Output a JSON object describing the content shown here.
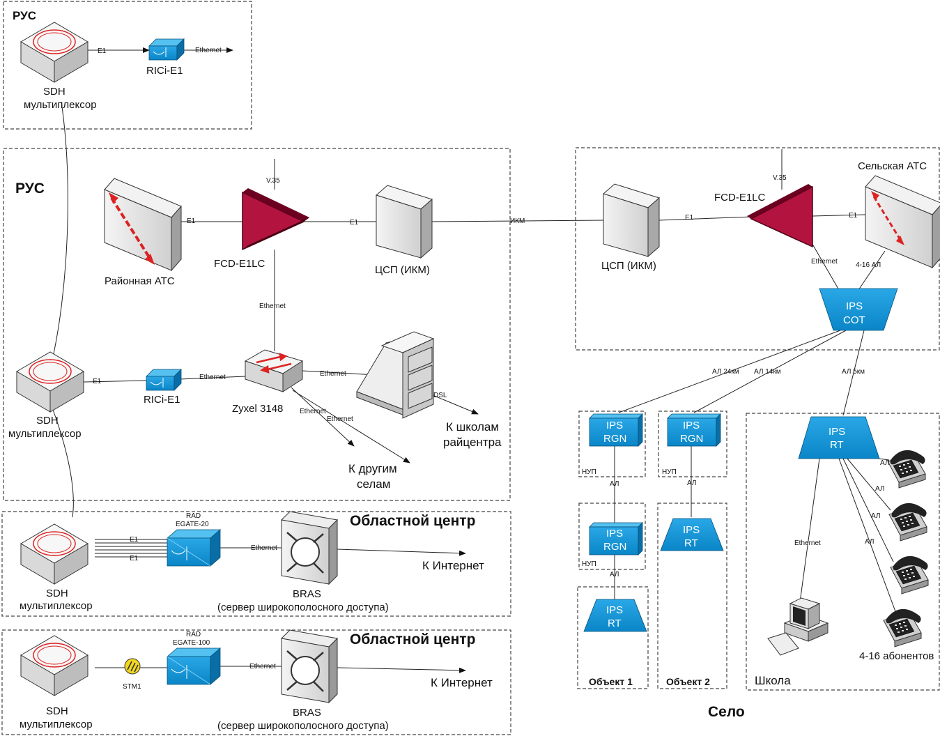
{
  "top_rus": {
    "title": "РУС",
    "sdh_label_1": "SDH",
    "sdh_label_2": "мультиплексор",
    "link_e1": "E1",
    "rici_label": "RICi-E1",
    "link_ethernet": "Ethernet"
  },
  "rus": {
    "title": "РУС",
    "district_atc": "Районная АТС",
    "fcd_label": "FCD-E1LC",
    "v35": "V.35",
    "e1_a": "E1",
    "e1_b": "E1",
    "csp": "ЦСП (ИКМ)",
    "ethernet_vertical": "Ethernet",
    "sdh_label_1": "SDH",
    "sdh_label_2": "мультиплексор",
    "e1_sdh": "E1",
    "rici_label": "RICi-E1",
    "eth_rici_zyxel": "Ethernet",
    "zyxel_label": "Zyxel 3148",
    "eth_zyxel_dslam": "Ethernet",
    "dsl": "DSL",
    "schools_1": "К школам",
    "schools_2": "райцентра",
    "eth_out_1": "Ethernet",
    "eth_out_2": "Ethernet",
    "villages_1": "К другим",
    "villages_2": "селам"
  },
  "ikm_link": "ИКМ",
  "village_station": {
    "v35": "V.35",
    "rural_atc": "Сельская АТС",
    "fcd_label": "FCD-E1LC",
    "e1_a": "E1",
    "e1_b": "E1",
    "csp": "ЦСП (ИКМ)",
    "ethernet": "Ethernet",
    "al_4_16": "4-16 АЛ",
    "ips_cot_1": "IPS",
    "ips_cot_2": "COT"
  },
  "links": {
    "al24": "АЛ 24км",
    "al14": "АЛ 14км",
    "al5": "АЛ 5км"
  },
  "object1": {
    "rgn1_a": "IPS",
    "rgn1_b": "RGN",
    "nup1": "НУП",
    "al_1": "АЛ",
    "rgn2_a": "IPS",
    "rgn2_b": "RGN",
    "nup2": "НУП",
    "al_2": "АЛ",
    "rt_a": "IPS",
    "rt_b": "RT",
    "title": "Объект 1"
  },
  "object2": {
    "rgn_a": "IPS",
    "rgn_b": "RGN",
    "nup": "НУП",
    "al": "АЛ",
    "rt_a": "IPS",
    "rt_b": "RT",
    "title": "Объект 2"
  },
  "school": {
    "rt_a": "IPS",
    "rt_b": "RT",
    "ethernet": "Ethernet",
    "al1": "АЛ",
    "al2": "АЛ",
    "al3": "АЛ",
    "al4": "АЛ",
    "subscribers": "4-16 абонентов",
    "title": "Школа"
  },
  "village_title": "Село",
  "oblast1": {
    "title": "Областной центр",
    "rad_1": "RAD",
    "rad_2": "EGATE-20",
    "e1_a": "E1",
    "e1_b": "E1",
    "ethernet": "Ethernet",
    "sdh_label_1": "SDH",
    "sdh_label_2": "мультиплексор",
    "bras": "BRAS",
    "bras_desc": "(сервер широкополосного доступа)",
    "internet": "К Интернет"
  },
  "oblast2": {
    "title": "Областной центр",
    "rad_1": "RAD",
    "rad_2": "EGATE-100",
    "stm1": "STM1",
    "ethernet": "Ethernet",
    "sdh_label_1": "SDH",
    "sdh_label_2": "мультиплексор",
    "bras": "BRAS",
    "bras_desc": "(сервер широкополосного доступа)",
    "internet": "К Интернет"
  }
}
